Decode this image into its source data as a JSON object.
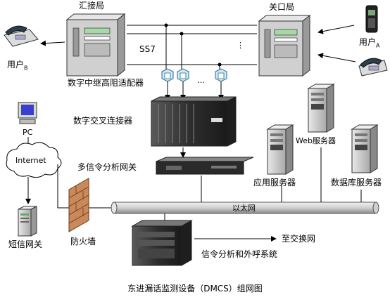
{
  "nodes": {
    "tandem_exchange": {
      "label": "汇接局"
    },
    "gateway_exchange": {
      "label": "关口局"
    },
    "user_a": {
      "label": "用户",
      "sub": "A"
    },
    "user_b": {
      "label": "用户",
      "sub": "B"
    },
    "ss7": {
      "label": "SS7"
    },
    "adapter": {
      "label": "数字中继高阻适配器"
    },
    "dxc": {
      "label": "数字交叉连接器"
    },
    "gateway": {
      "label": "多信令分析网关"
    },
    "pc": {
      "label": "PC"
    },
    "internet": {
      "label": "Internet"
    },
    "firewall": {
      "label": "防火墙"
    },
    "sms_gateway": {
      "label": "短信网关"
    },
    "web_server": {
      "label": "Web服务器"
    },
    "app_server": {
      "label": "应用服务器"
    },
    "db_server": {
      "label": "数据库服务器"
    },
    "ethernet": {
      "label": "以太网"
    },
    "to_switch": {
      "label": "至交换网"
    },
    "analysis_system": {
      "label": "信令分析和外呼系统"
    }
  },
  "caption": "东进漏话监测设备（DMCS）组网图"
}
